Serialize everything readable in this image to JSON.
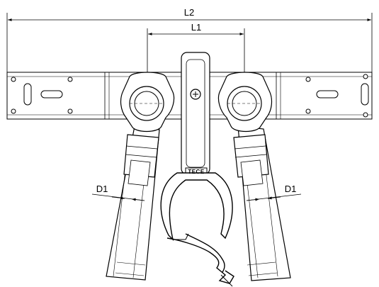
{
  "dimensions": {
    "l2": "L2",
    "l1": "L1",
    "d1_left": "D1",
    "d1_right": "D1"
  },
  "logo": "TECE"
}
